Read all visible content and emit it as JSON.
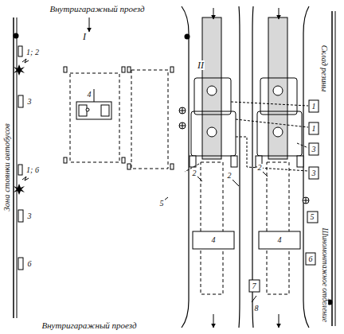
{
  "diagram": {
    "labels": [
      "Внутригаражный проезд",
      "I",
      "II",
      "Склад резины",
      "1; 2",
      "3",
      "4",
      "Зона стоянки автобусов",
      "1; 6",
      "3",
      "5",
      "6",
      "1",
      "1",
      "2",
      "2",
      "2",
      "3",
      "3",
      "5",
      "4",
      "4",
      "6",
      "7",
      "8",
      "Шиномонтажное отделение",
      "Внутригаражный проезд"
    ]
  }
}
